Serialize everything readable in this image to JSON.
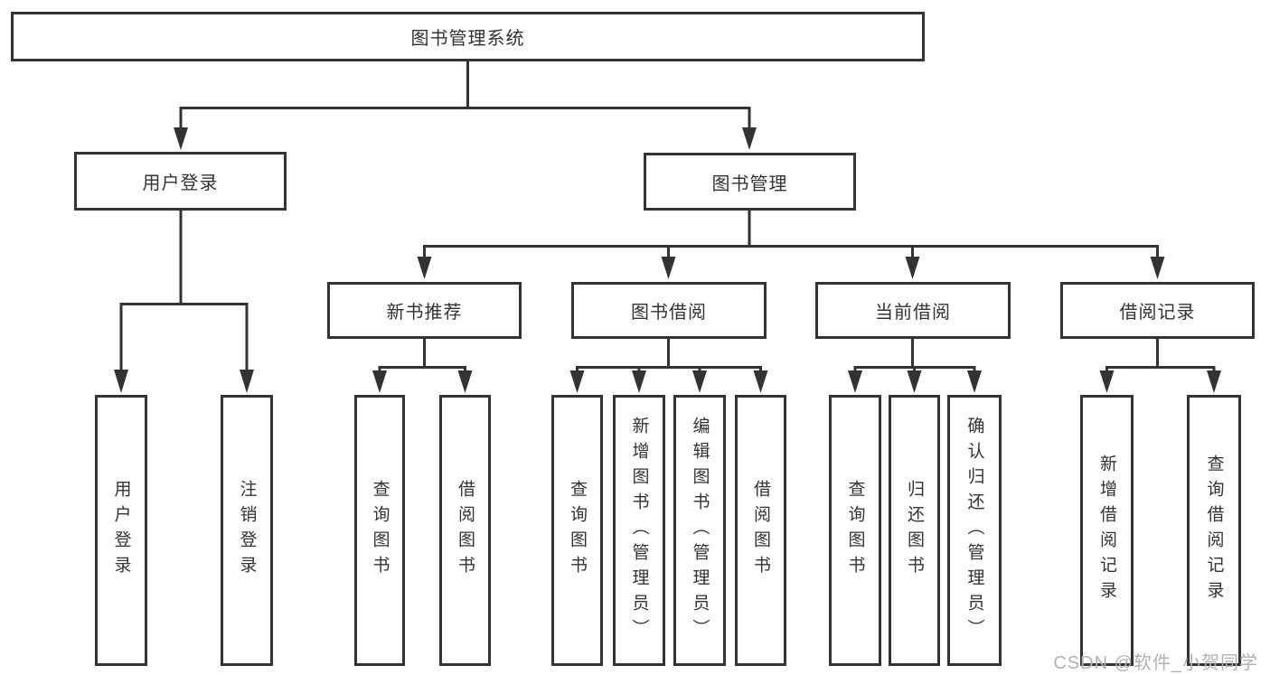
{
  "diagram": {
    "root": {
      "label": "图书管理系统"
    },
    "level2": [
      {
        "label": "用户登录"
      },
      {
        "label": "图书管理"
      }
    ],
    "level3": [
      {
        "label": "新书推荐"
      },
      {
        "label": "图书借阅"
      },
      {
        "label": "当前借阅"
      },
      {
        "label": "借阅记录"
      }
    ],
    "leaves": [
      {
        "label": "用户登录"
      },
      {
        "label": "注销登录"
      },
      {
        "label": "查询图书"
      },
      {
        "label": "借阅图书"
      },
      {
        "label": "查询图书"
      },
      {
        "label": "新增图书（管理员）"
      },
      {
        "label": "编辑图书（管理员）"
      },
      {
        "label": "借阅图书"
      },
      {
        "label": "查询图书"
      },
      {
        "label": "归还图书"
      },
      {
        "label": "确认归还（管理员）"
      },
      {
        "label": "新增借阅记录"
      },
      {
        "label": "查询借阅记录"
      }
    ]
  },
  "watermark": {
    "text": "CSDN @软件_小贺同学"
  },
  "colors": {
    "line": "#333333",
    "text": "#333333",
    "box_background": "#ffffff",
    "watermark": "#b2b2b2",
    "page_background": "#ffffff"
  }
}
